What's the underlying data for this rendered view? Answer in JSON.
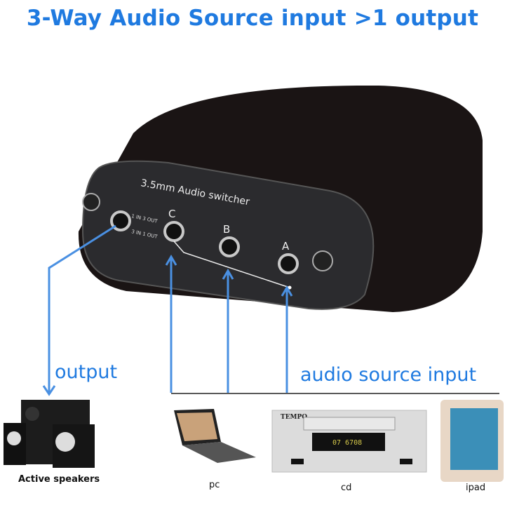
{
  "title": "3-Way Audio Source input >1 output",
  "device": {
    "label": "3.5mm Audio switcher",
    "mode_top": "1 IN 3 OUT",
    "mode_bottom": "3 IN 1 OUT",
    "ports": [
      "C",
      "B",
      "A"
    ]
  },
  "labels": {
    "output": "output",
    "input": "audio source input"
  },
  "devices": [
    {
      "name": "Active speakers"
    },
    {
      "name": "pc"
    },
    {
      "name": "cd"
    },
    {
      "name": "ipad"
    }
  ],
  "cd_player": {
    "brand": "TEMPO",
    "display": "07 6708"
  },
  "colors": {
    "accent": "#1f7ae0",
    "line": "#4a90e2"
  }
}
